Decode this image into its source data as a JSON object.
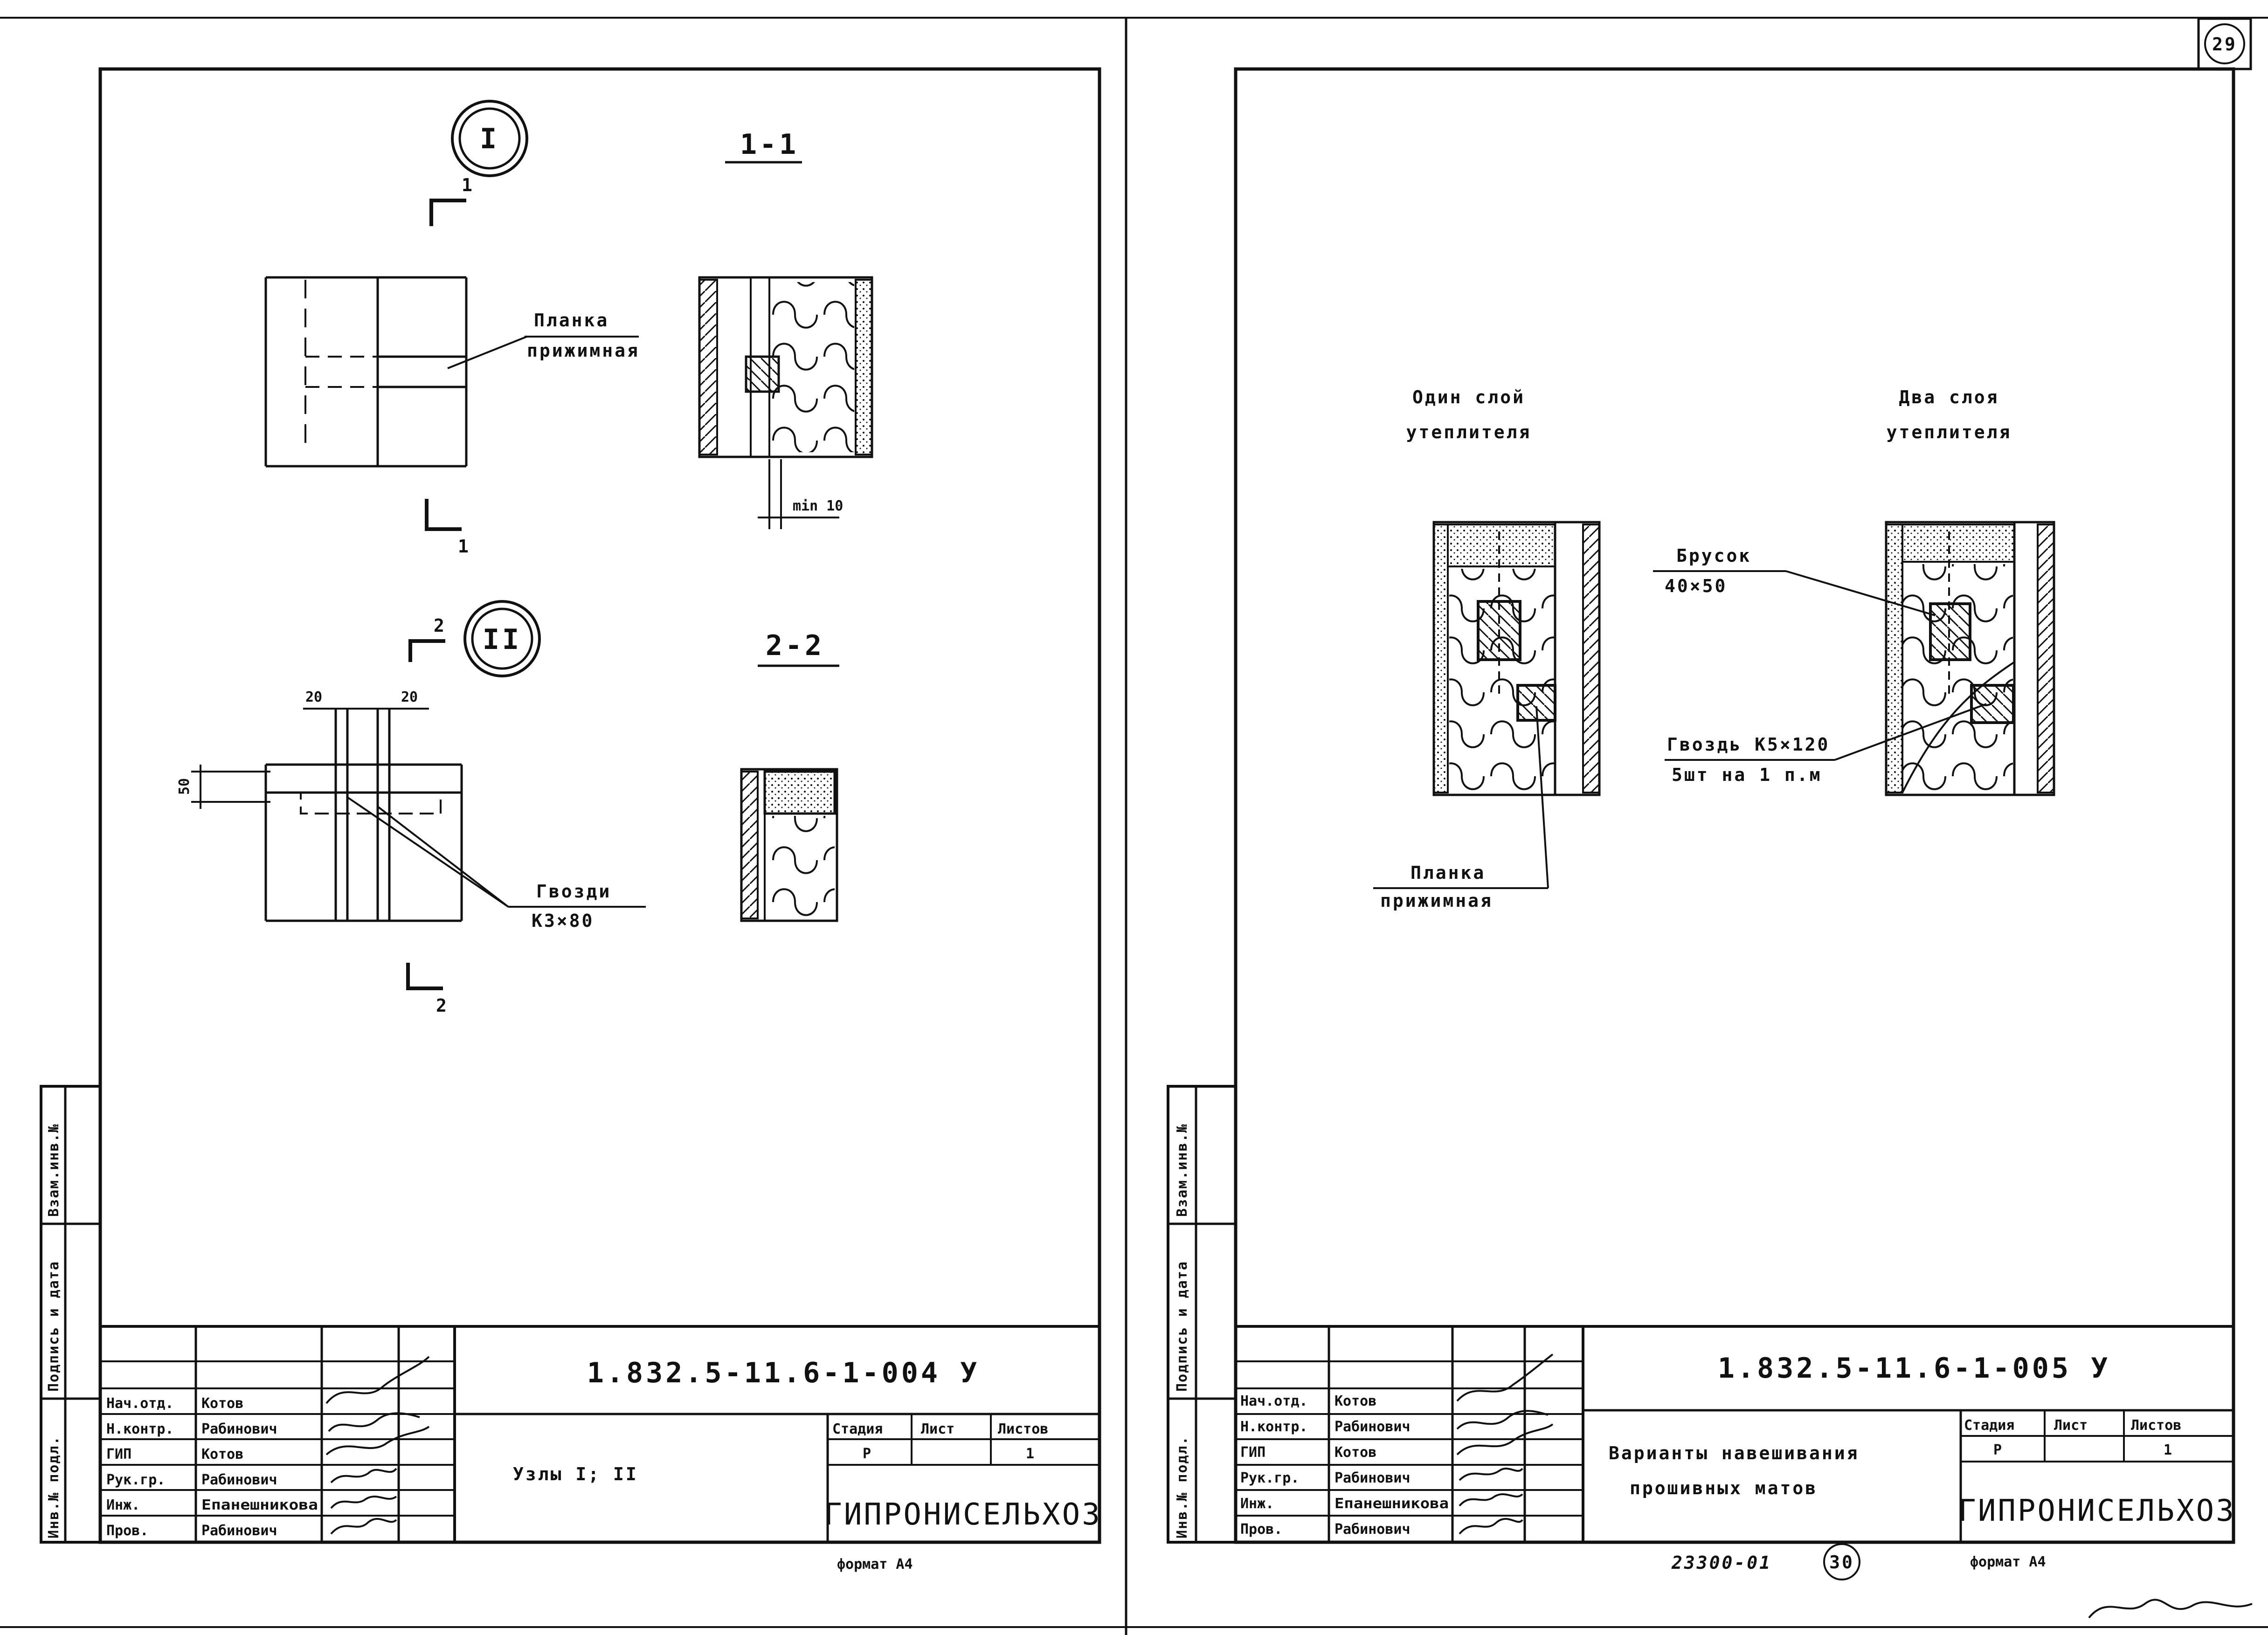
{
  "left_sheet": {
    "node_1_mark": "I",
    "node_2_mark": "II",
    "section_1_title": "1-1",
    "section_2_title": "2-2",
    "cut_1": "1",
    "cut_2": "2",
    "callout_plank_line1": "Планка",
    "callout_plank_line2": "прижимная",
    "dim_min10": "min 10",
    "dim_20_left": "20",
    "dim_20_right": "20",
    "dim_50": "50",
    "callout_nails_line1": "Гвозди",
    "callout_nails_line2": "К3×80",
    "designation": "1.832.5-11.6-1-004 У",
    "sheet_title": "Узлы I; II",
    "stage_header": "Стадия",
    "sheet_header": "Лист",
    "sheets_header": "Листов",
    "stage_value": "Р",
    "sheets_value": "1",
    "organization": "ГИПРОНИСЕЛЬХОЗ",
    "format": "формат А4",
    "signers": [
      {
        "role": "Нач.отд.",
        "name": "Котов"
      },
      {
        "role": "Н.контр.",
        "name": "Рабинович"
      },
      {
        "role": "ГИП",
        "name": "Котов"
      },
      {
        "role": "Рук.гр.",
        "name": "Рабинович"
      },
      {
        "role": "Инж.",
        "name": "Епанешникова"
      },
      {
        "role": "Пров.",
        "name": "Рабинович"
      }
    ],
    "side_stamp": [
      "Взам.инв.№",
      "Подпись и дата",
      "Инв.№ подл."
    ]
  },
  "right_sheet": {
    "page_number": "29",
    "caption_one_layer_line1": "Один слой",
    "caption_one_layer_line2": "утеплителя",
    "caption_two_layers_line1": "Два слоя",
    "caption_two_layers_line2": "утеплителя",
    "callout_bar_line1": "Брусок",
    "callout_bar_line2": "40×50",
    "callout_nail_line1": "Гвоздь К5×120",
    "callout_nail_line2": "5шт на 1 п.м",
    "callout_plank_line1": "Планка",
    "callout_plank_line2": "прижимная",
    "designation": "1.832.5-11.6-1-005 У",
    "sheet_title_line1": "Варианты навешивания",
    "sheet_title_line2": "прошивных матов",
    "stage_header": "Стадия",
    "sheet_header": "Лист",
    "sheets_header": "Листов",
    "stage_value": "Р",
    "sheets_value": "1",
    "organization": "ГИПРОНИСЕЛЬХОЗ",
    "format": "формат А4",
    "archive_number": "23300-01",
    "archive_page": "30",
    "signers": [
      {
        "role": "Нач.отд.",
        "name": "Котов"
      },
      {
        "role": "Н.контр.",
        "name": "Рабинович"
      },
      {
        "role": "ГИП",
        "name": "Котов"
      },
      {
        "role": "Рук.гр.",
        "name": "Рабинович"
      },
      {
        "role": "Инж.",
        "name": "Епанешникова"
      },
      {
        "role": "Пров.",
        "name": "Рабинович"
      }
    ],
    "side_stamp": [
      "Взам.инв.№",
      "Подпись и дата",
      "Инв.№ подл."
    ]
  }
}
